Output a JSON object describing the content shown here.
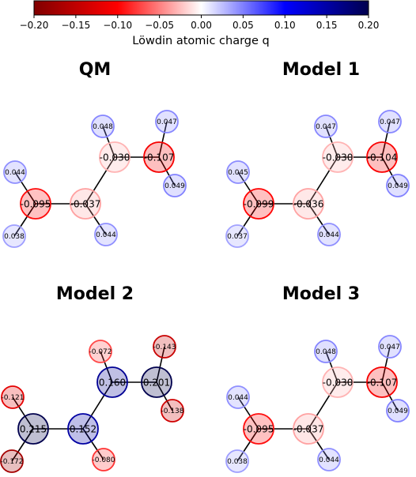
{
  "colorbar": {
    "label": "Löwdin atomic charge q",
    "min": -0.2,
    "max": 0.2,
    "ticks": [
      "−0.20",
      "−0.15",
      "−0.10",
      "−0.05",
      "0.00",
      "0.05",
      "0.10",
      "0.15",
      "0.20"
    ],
    "tick_values": [
      -0.2,
      -0.15,
      -0.1,
      -0.05,
      0.0,
      0.05,
      0.1,
      0.15,
      0.2
    ],
    "cmap": "seismic_r"
  },
  "panels": [
    {
      "title": "QM",
      "atoms": [
        {
          "label": "-0.095",
          "value": -0.095,
          "kind": "heavy"
        },
        {
          "label": "-0.037",
          "value": -0.037,
          "kind": "heavy"
        },
        {
          "label": "-0.030",
          "value": -0.03,
          "kind": "heavy"
        },
        {
          "label": "-0.107",
          "value": -0.107,
          "kind": "heavy"
        },
        {
          "label": "0.044",
          "value": 0.044,
          "kind": "H"
        },
        {
          "label": "0.038",
          "value": 0.038,
          "kind": "H"
        },
        {
          "label": "0.044",
          "value": 0.044,
          "kind": "H"
        },
        {
          "label": "0.048",
          "value": 0.048,
          "kind": "H"
        },
        {
          "label": "0.047",
          "value": 0.047,
          "kind": "H"
        },
        {
          "label": "0.049",
          "value": 0.049,
          "kind": "H"
        }
      ]
    },
    {
      "title": "Model 1",
      "atoms": [
        {
          "label": "-0.099",
          "value": -0.099,
          "kind": "heavy"
        },
        {
          "label": "-0.036",
          "value": -0.036,
          "kind": "heavy"
        },
        {
          "label": "-0.030",
          "value": -0.03,
          "kind": "heavy"
        },
        {
          "label": "-0.104",
          "value": -0.104,
          "kind": "heavy"
        },
        {
          "label": "0.045",
          "value": 0.045,
          "kind": "H"
        },
        {
          "label": "0.037",
          "value": 0.037,
          "kind": "H"
        },
        {
          "label": "0.044",
          "value": 0.044,
          "kind": "H"
        },
        {
          "label": "0.047",
          "value": 0.047,
          "kind": "H"
        },
        {
          "label": "0.047",
          "value": 0.047,
          "kind": "H"
        },
        {
          "label": "0.049",
          "value": 0.049,
          "kind": "H"
        }
      ]
    },
    {
      "title": "Model 2",
      "atoms": [
        {
          "label": "0.215",
          "value": 0.215,
          "kind": "heavy"
        },
        {
          "label": "0.152",
          "value": 0.152,
          "kind": "heavy"
        },
        {
          "label": "0.160",
          "value": 0.16,
          "kind": "heavy"
        },
        {
          "label": "0.201",
          "value": 0.201,
          "kind": "heavy"
        },
        {
          "label": "-0.121",
          "value": -0.121,
          "kind": "H"
        },
        {
          "label": "-0.172",
          "value": -0.172,
          "kind": "H"
        },
        {
          "label": "-0.080",
          "value": -0.08,
          "kind": "H"
        },
        {
          "label": "-0.072",
          "value": -0.072,
          "kind": "H"
        },
        {
          "label": "-0.143",
          "value": -0.143,
          "kind": "H"
        },
        {
          "label": "-0.138",
          "value": -0.138,
          "kind": "H"
        }
      ]
    },
    {
      "title": "Model 3",
      "atoms": [
        {
          "label": "-0.095",
          "value": -0.095,
          "kind": "heavy"
        },
        {
          "label": "-0.037",
          "value": -0.037,
          "kind": "heavy"
        },
        {
          "label": "-0.030",
          "value": -0.03,
          "kind": "heavy"
        },
        {
          "label": "-0.107",
          "value": -0.107,
          "kind": "heavy"
        },
        {
          "label": "0.044",
          "value": 0.044,
          "kind": "H"
        },
        {
          "label": "0.038",
          "value": 0.038,
          "kind": "H"
        },
        {
          "label": "0.044",
          "value": 0.044,
          "kind": "H"
        },
        {
          "label": "0.048",
          "value": 0.048,
          "kind": "H"
        },
        {
          "label": "0.047",
          "value": 0.047,
          "kind": "H"
        },
        {
          "label": "0.049",
          "value": 0.049,
          "kind": "H"
        }
      ]
    }
  ]
}
